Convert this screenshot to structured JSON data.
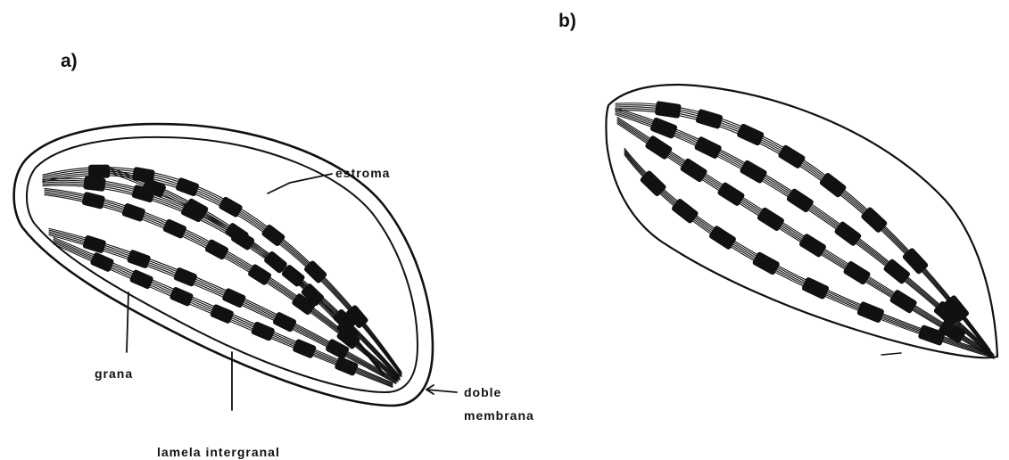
{
  "panels": {
    "a": {
      "letter": "a)"
    },
    "b": {
      "letter": "b)"
    }
  },
  "labels": {
    "estroma": "estroma",
    "grana": "grana",
    "doble_line1": "doble",
    "doble_line2": "membrana",
    "lamela": "lamela intergranal"
  },
  "colors": {
    "ink": "#111111",
    "paper": "#ffffff"
  }
}
